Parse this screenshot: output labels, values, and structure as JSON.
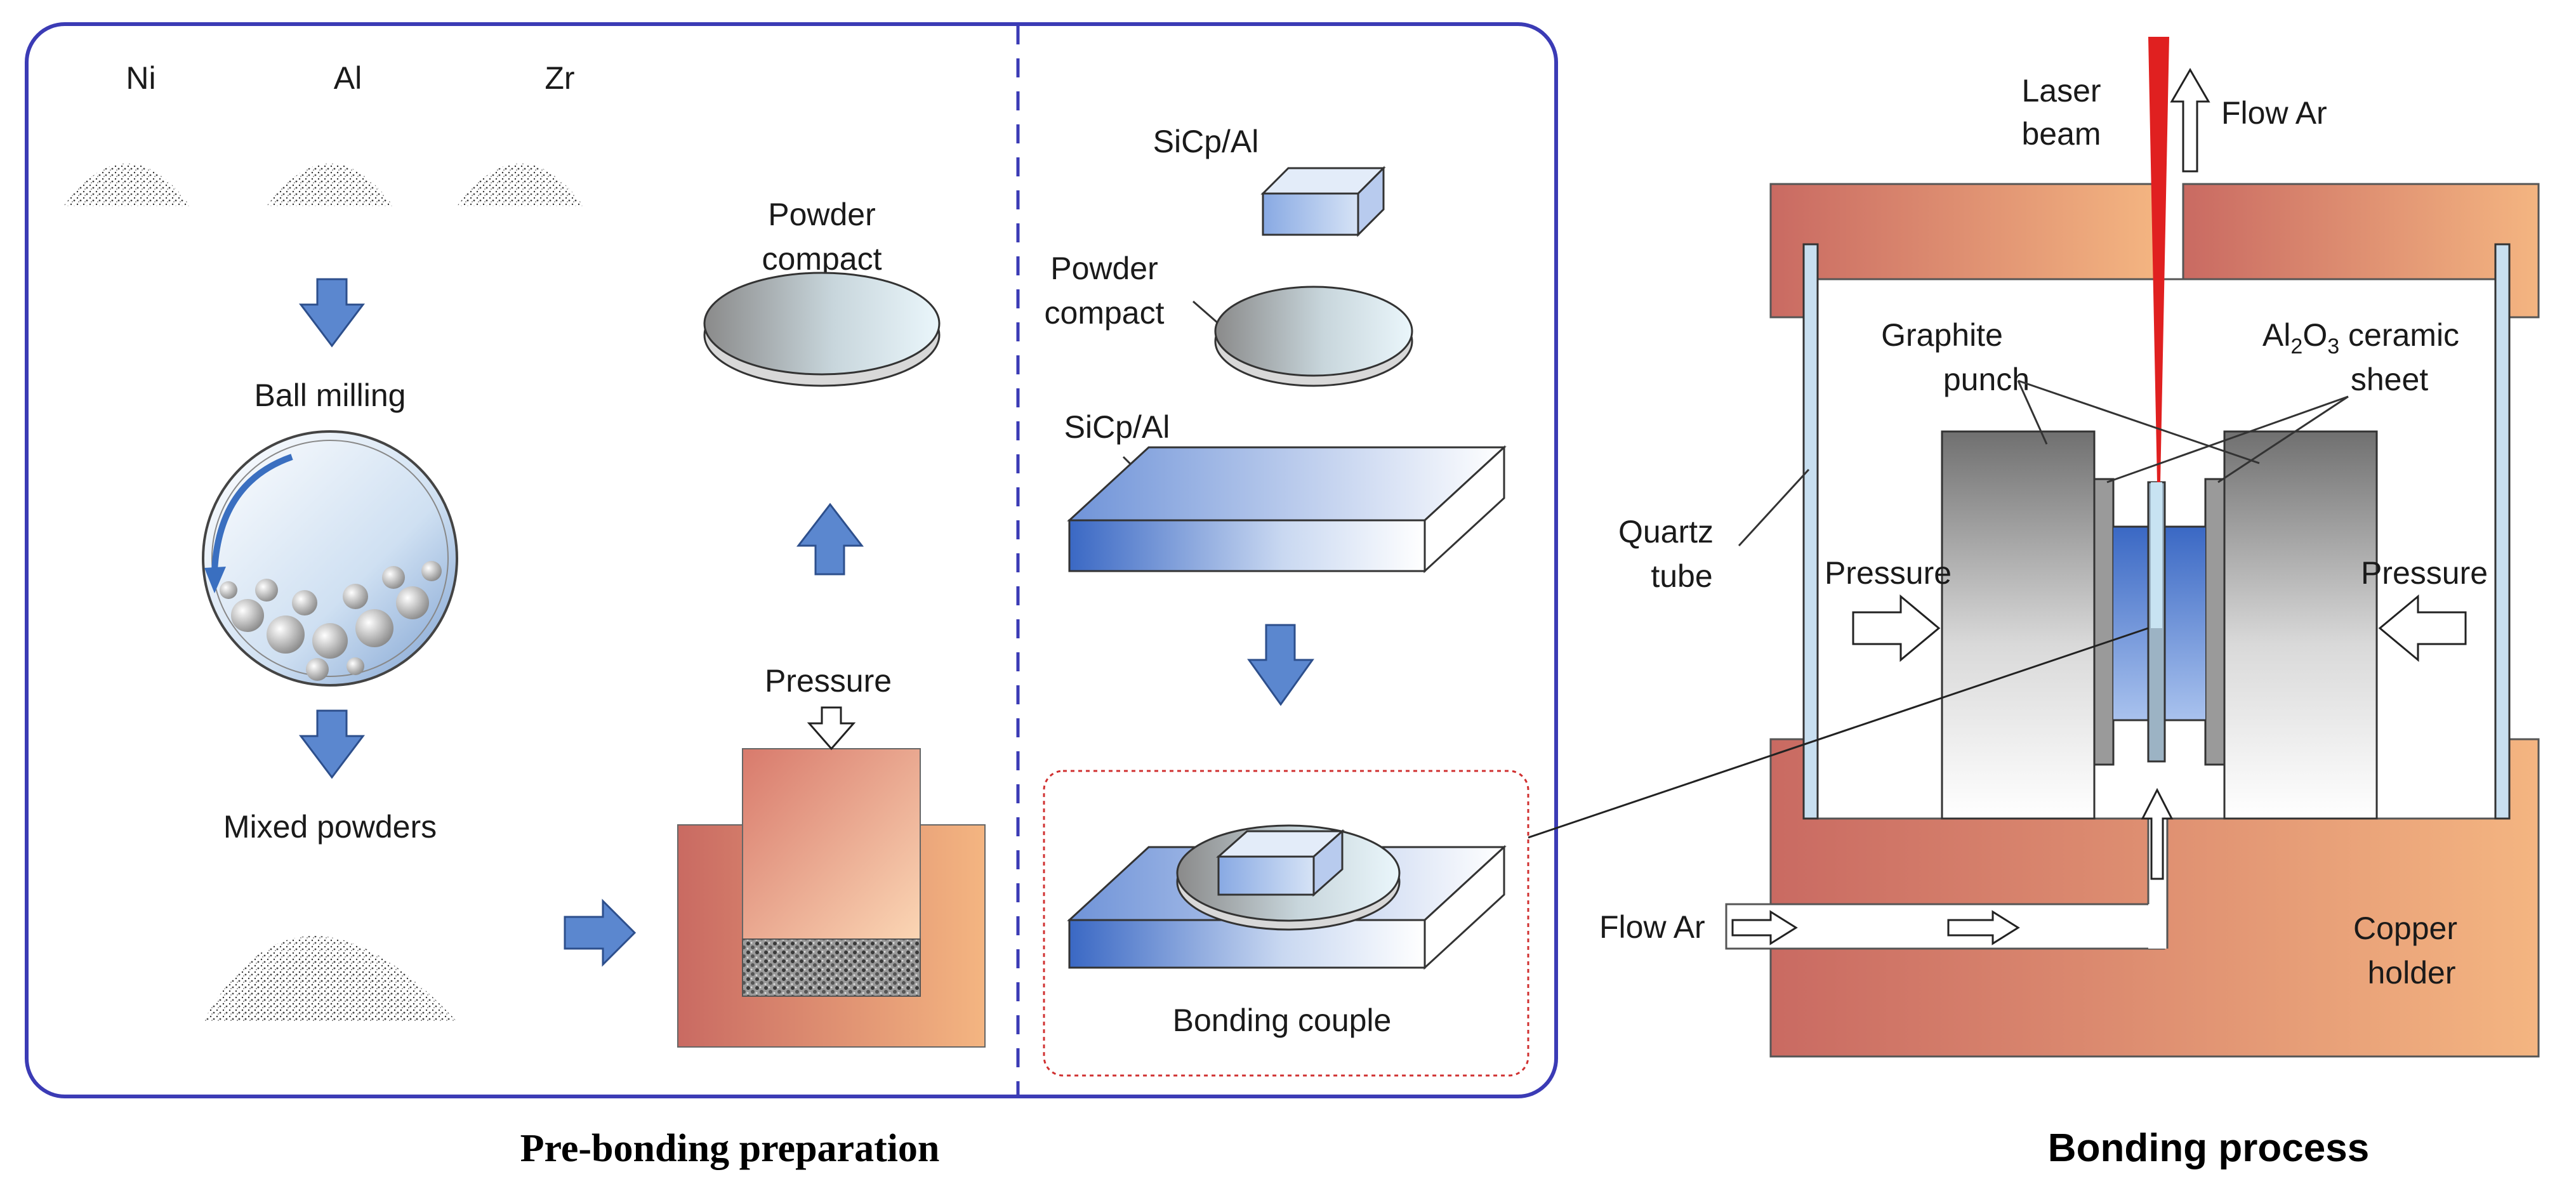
{
  "labels": {
    "ni": "Ni",
    "al": "Al",
    "zr": "Zr",
    "ball_milling": "Ball milling",
    "mixed_powders": "Mixed powders",
    "powder_compact_1": "Powder",
    "powder_compact_2": "compact",
    "pressure": "Pressure",
    "sicp_al_top": "SiCp/Al",
    "powder_compact_mid_1": "Powder",
    "powder_compact_mid_2": "compact",
    "sicp_al_plate": "SiCp/Al",
    "bonding_couple": "Bonding couple",
    "laser_beam_1": "Laser",
    "laser_beam_2": "beam",
    "flow_ar_top": "Flow Ar",
    "graphite_punch_1": "Graphite",
    "graphite_punch_2": "punch",
    "al2o3_base": "Al",
    "al2o3_sub1": "2",
    "al2o3_o": "O",
    "al2o3_sub2": "3",
    "al2o3_rest": " ceramic",
    "sheet": "sheet",
    "quartz_1": "Quartz",
    "quartz_2": "tube",
    "pressure_left": "Pressure",
    "pressure_right": "Pressure",
    "flow_ar_left": "Flow Ar",
    "copper_1": "Copper",
    "copper_2": "holder"
  },
  "captions": {
    "left": "Pre-bonding preparation",
    "right": "Bonding process"
  },
  "colors": {
    "panel_border": "#3b3bb5",
    "arrow_blue": "#5b87cf",
    "copper_dark": "#c96a62",
    "copper_light": "#f2b27f",
    "laser_red": "#e02020",
    "dotted_red": "#d03030"
  }
}
